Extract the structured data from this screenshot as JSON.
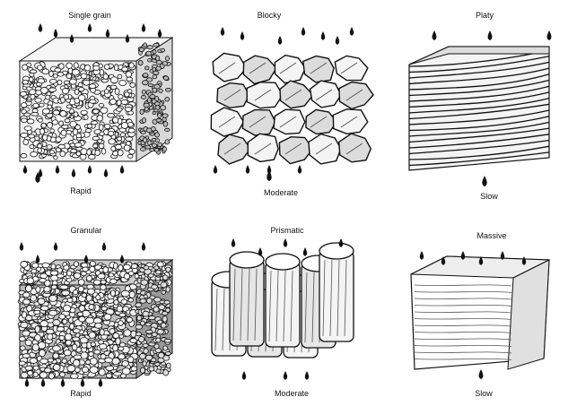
{
  "panels": [
    {
      "title": "Single grain",
      "rate": "Rapid"
    },
    {
      "title": "Blocky",
      "rate": "Moderate"
    },
    {
      "title": "Platy",
      "rate": "Slow"
    },
    {
      "title": "Granular",
      "rate": "Rapid"
    },
    {
      "title": "Prismatic",
      "rate": "Moderate"
    },
    {
      "title": "Massive",
      "rate": "Slow"
    }
  ],
  "colors": {
    "ink": "#111111",
    "paper": "#ffffff",
    "shade": "#555555"
  }
}
